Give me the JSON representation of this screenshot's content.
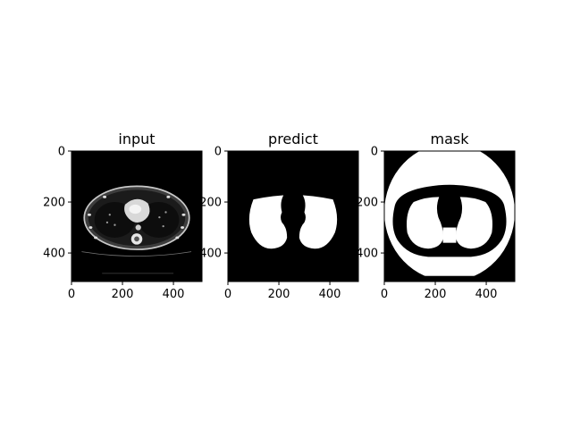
{
  "chart_data": [
    {
      "type": "image",
      "title": "input",
      "xlabel": "",
      "ylabel": "",
      "xlim": [
        0,
        512
      ],
      "ylim": [
        512,
        0
      ],
      "x_ticks": [
        0,
        200,
        400
      ],
      "y_ticks": [
        0,
        200,
        400
      ],
      "x_tick_labels": [
        "0",
        "200",
        "400"
      ],
      "y_tick_labels": [
        "0",
        "200",
        "400"
      ],
      "image_content": "ct-slice",
      "colormap": "gray"
    },
    {
      "type": "image",
      "title": "predict",
      "xlabel": "",
      "ylabel": "",
      "xlim": [
        0,
        512
      ],
      "ylim": [
        512,
        0
      ],
      "x_ticks": [
        0,
        200,
        400
      ],
      "y_ticks": [
        0,
        200,
        400
      ],
      "x_tick_labels": [
        "0",
        "200",
        "400"
      ],
      "y_tick_labels": [
        "0",
        "200",
        "400"
      ],
      "image_content": "lung-segmentation-prediction",
      "colormap": "gray"
    },
    {
      "type": "image",
      "title": "mask",
      "xlabel": "",
      "ylabel": "",
      "xlim": [
        0,
        512
      ],
      "ylim": [
        512,
        0
      ],
      "x_ticks": [
        0,
        200,
        400
      ],
      "y_ticks": [
        0,
        200,
        400
      ],
      "x_tick_labels": [
        "0",
        "200",
        "400"
      ],
      "y_tick_labels": [
        "0",
        "200",
        "400"
      ],
      "image_content": "ground-truth-mask",
      "colormap": "gray"
    }
  ]
}
